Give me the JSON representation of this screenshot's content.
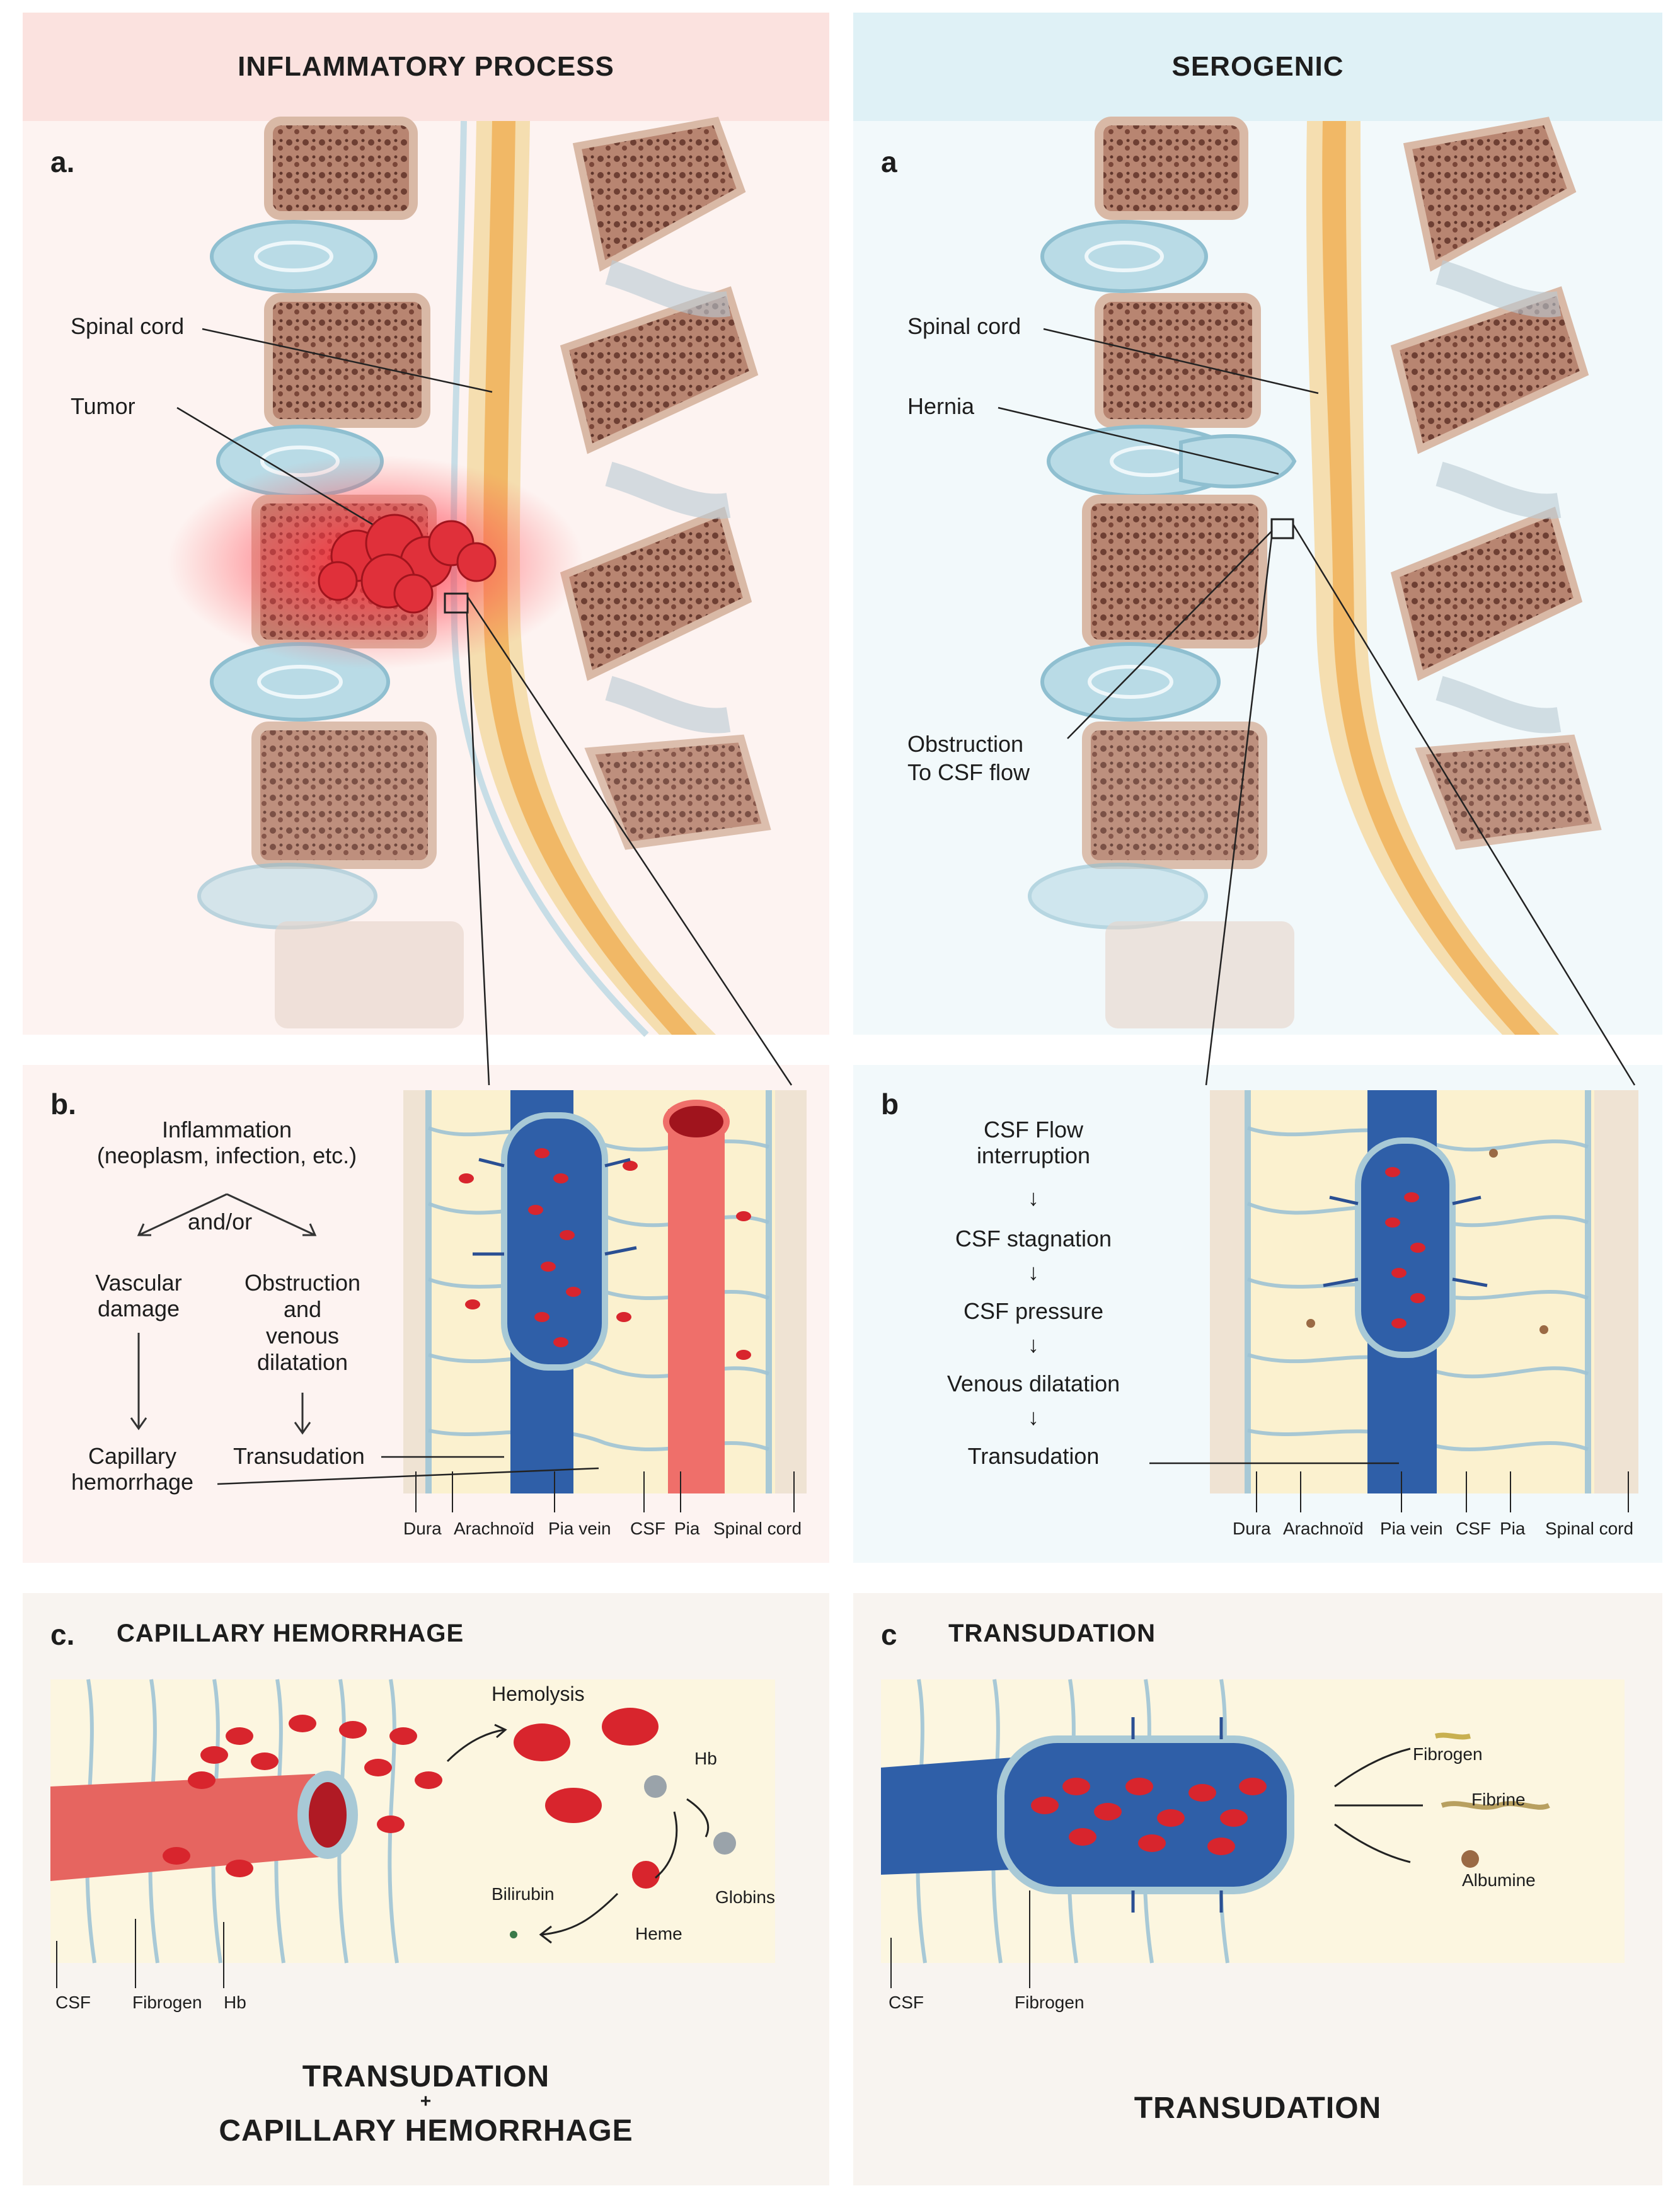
{
  "headers": {
    "left": "INFLAMMATORY PROCESS",
    "right": "SEROGENIC"
  },
  "panel_a": {
    "left": {
      "label": "a.",
      "spinal_cord": "Spinal cord",
      "tumor": "Tumor"
    },
    "right": {
      "label": "a",
      "spinal_cord": "Spinal cord",
      "hernia": "Hernia",
      "obstruction_1": "Obstruction",
      "obstruction_2": "To CSF flow"
    }
  },
  "panel_b": {
    "left": {
      "label": "b.",
      "inflammation_1": "Inflammation",
      "inflammation_2": "(neoplasm, infection, etc.)",
      "andor": "and/or",
      "vascular_1": "Vascular",
      "vascular_2": "damage",
      "obstruction_1": "Obstruction",
      "obstruction_2": "and",
      "obstruction_3": "venous",
      "obstruction_4": "dilatation",
      "capillary_1": "Capillary",
      "capillary_2": "hemorrhage",
      "transudation": "Transudation",
      "layers": [
        "Dura",
        "Arachnoïd",
        "Pia vein",
        "CSF",
        "Pia",
        "Spinal cord"
      ]
    },
    "right": {
      "label": "b",
      "csf_flow_1": "CSF Flow",
      "csf_flow_2": "interruption",
      "stagnation": "CSF stagnation",
      "pressure": "CSF pressure",
      "venous": "Venous dilatation",
      "transudation": "Transudation",
      "layers": [
        "Dura",
        "Arachnoïd",
        "Pia vein",
        "CSF",
        "Pia",
        "Spinal cord"
      ]
    }
  },
  "panel_c": {
    "left": {
      "label": "c.",
      "title": "CAPILLARY HEMORRHAGE",
      "hemolysis": "Hemolysis",
      "hb": "Hb",
      "globins": "Globins",
      "bilirubin": "Bilirubin",
      "heme": "Heme",
      "csf": "CSF",
      "fibrogen": "Fibrogen",
      "hb_bottom": "Hb",
      "summary_1": "TRANSUDATION",
      "plus": "+",
      "summary_2": "CAPILLARY HEMORRHAGE"
    },
    "right": {
      "label": "c",
      "title": "TRANSUDATION",
      "fibrogen_top": "Fibrogen",
      "fibrine": "Fibrine",
      "albumine": "Albumine",
      "csf": "CSF",
      "fibrogen": "Fibrogen",
      "summary": "TRANSUDATION"
    }
  },
  "colors": {
    "left_header_bg": "#fbe2df",
    "right_header_bg": "#dff1f6",
    "left_panel_bg": "#fdf3f1",
    "right_panel_bg": "#f2f9fb",
    "bottom_panel_bg": "#f8f4f0",
    "vertebra": "#c89c86",
    "disc": "#b9dbe6",
    "cord": "#f1c27a",
    "tumor_red": "#e0303a",
    "vein_blue": "#2f5fa8",
    "rbc_red": "#d8252d"
  }
}
